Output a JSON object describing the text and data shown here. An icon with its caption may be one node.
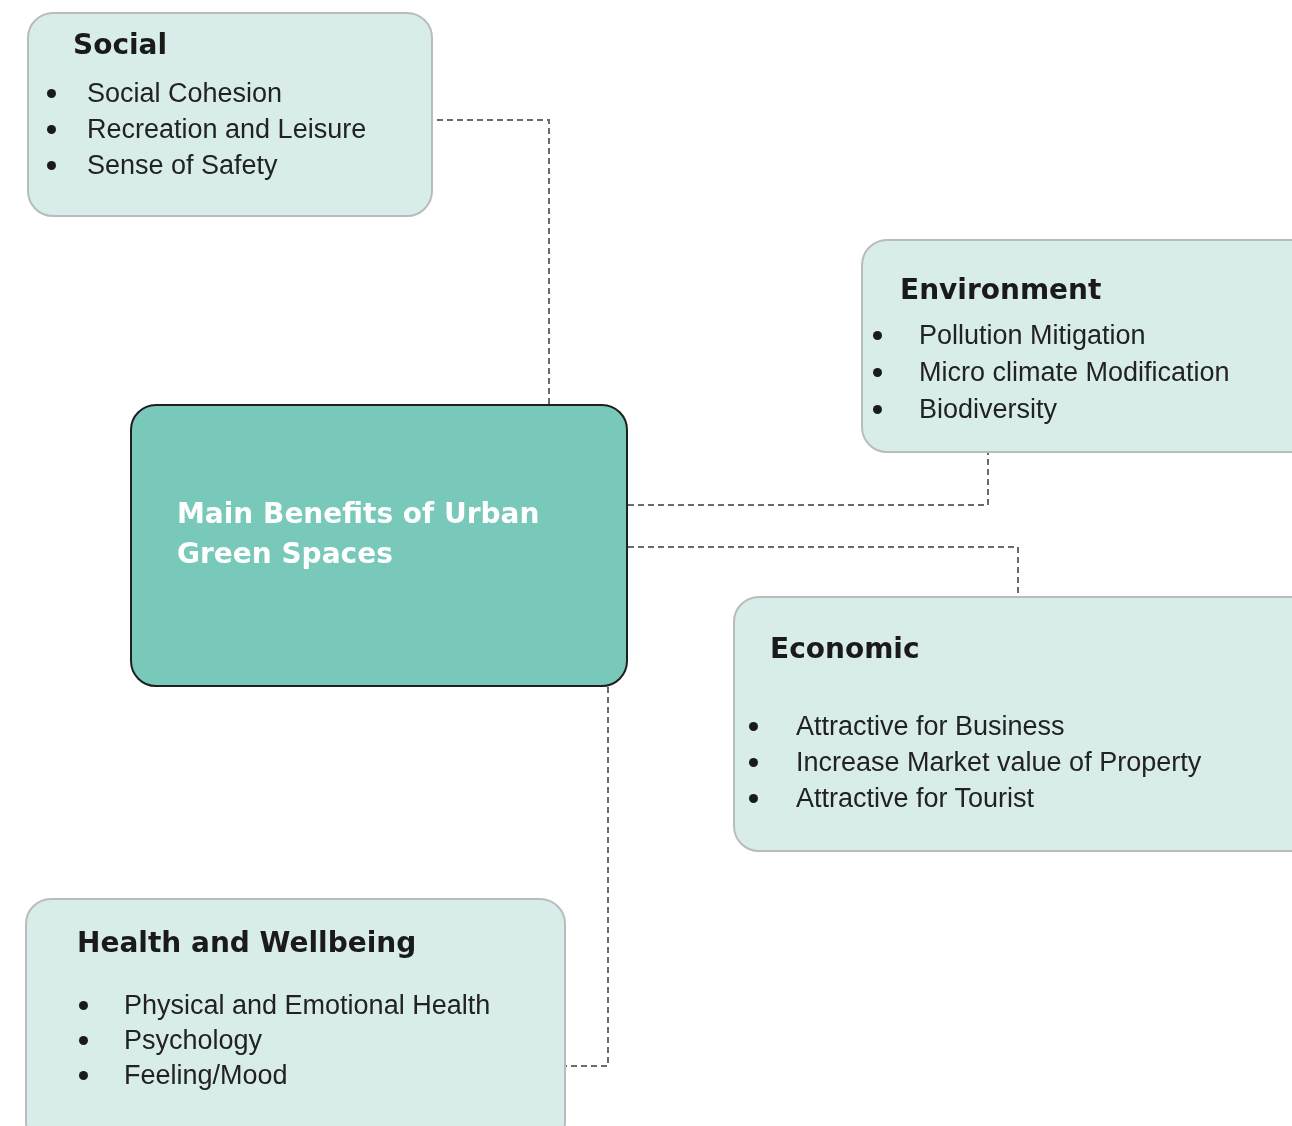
{
  "diagram": {
    "nodes": [
      {
        "text": [
          "Social",
          "Social Cohesion",
          "Recreation and Leisure",
          "Sense of Safety"
        ]
      },
      {
        "text": [
          "Environment",
          "Pollution Mitigation",
          "Micro climate Modification",
          "Biodiversity"
        ]
      },
      {
        "text": [
          "Main Benefits of Urban Green Spaces"
        ]
      },
      {
        "text": [
          "Economic",
          "Attractive for Business",
          "Increase Market value of Property",
          "Attractive for Tourist"
        ]
      },
      {
        "text": [
          "Health and Wellbeing",
          "Physical and Emotional Health",
          "Psychology",
          "Feeling/Mood"
        ]
      }
    ],
    "edges": [
      {
        "from": 2,
        "to": 0,
        "arrow": "none",
        "style": "dashed"
      },
      {
        "from": 2,
        "to": 1,
        "arrow": "none",
        "style": "dashed"
      },
      {
        "from": 2,
        "to": 3,
        "arrow": "none",
        "style": "dashed"
      },
      {
        "from": 2,
        "to": 4,
        "arrow": "none",
        "style": "dashed"
      }
    ]
  }
}
